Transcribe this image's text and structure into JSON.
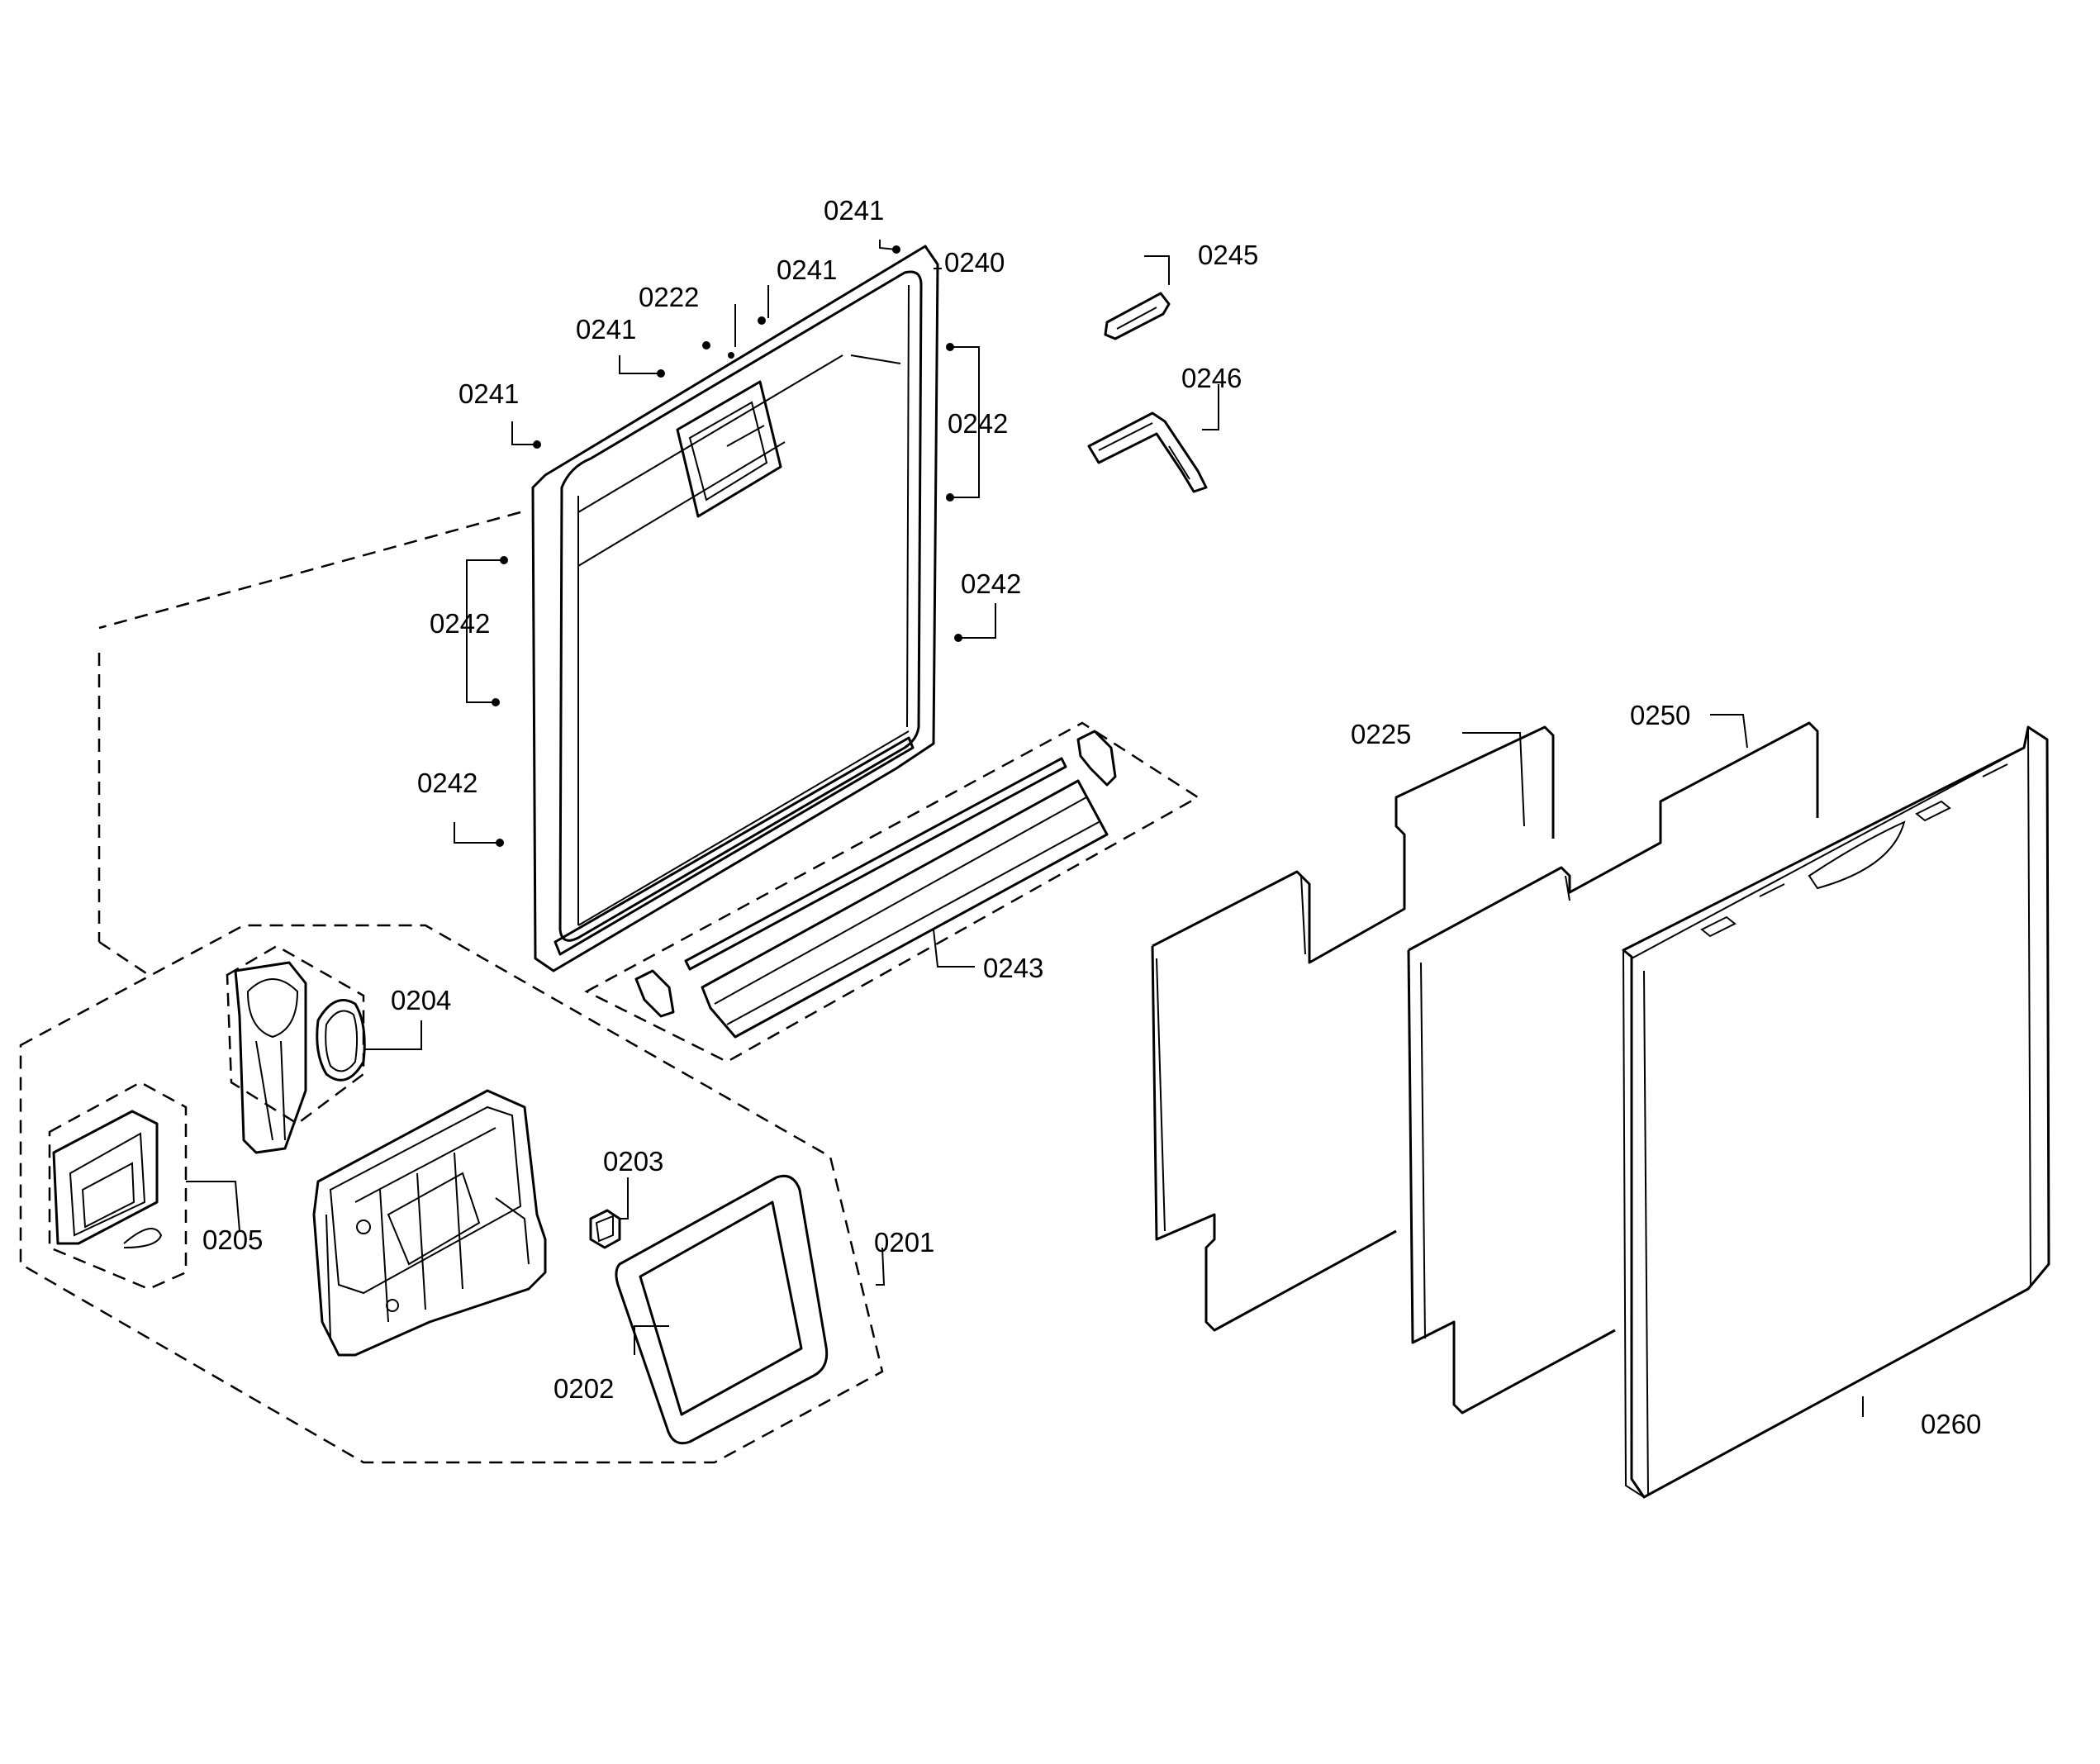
{
  "labels": {
    "l0241a": "0241",
    "l0241b": "0241",
    "l0241c": "0241",
    "l0241d": "0241",
    "l0222": "0222",
    "l0240": "0240",
    "l0245": "0245",
    "l0246": "0246",
    "l0242a": "0242",
    "l0242b": "0242",
    "l0242c": "0242",
    "l0242d": "0242",
    "l0243": "0243",
    "l0204": "0204",
    "l0203": "0203",
    "l0205": "0205",
    "l0201": "0201",
    "l0202": "0202",
    "l0225": "0225",
    "l0250": "0250",
    "l0260": "0260"
  }
}
